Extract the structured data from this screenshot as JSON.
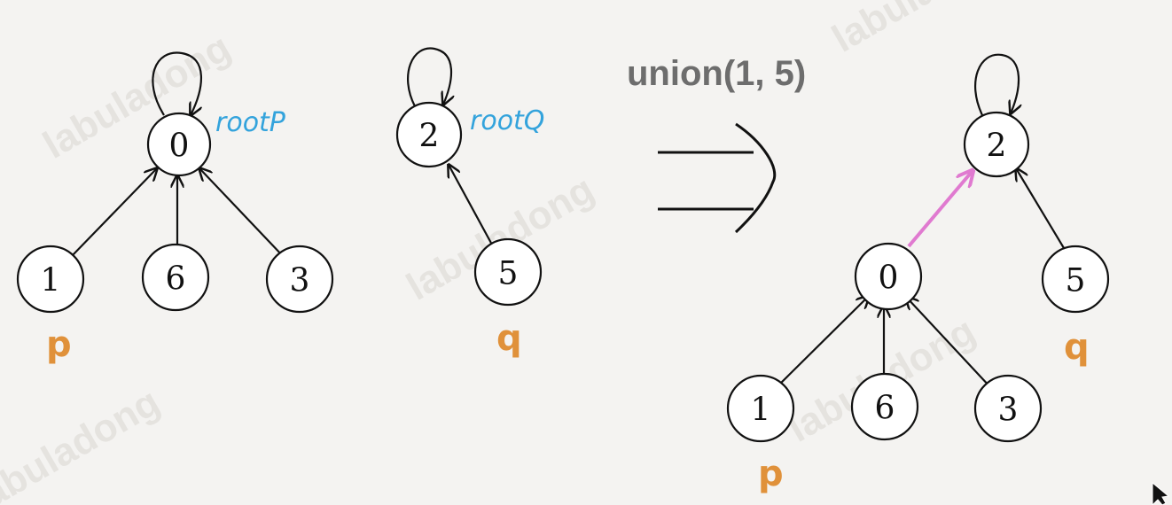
{
  "watermark": "labuladong",
  "operation": "union(1, 5)",
  "before": {
    "tree_p": {
      "root": "0",
      "root_label": "rootP",
      "children": [
        "1",
        "6",
        "3"
      ],
      "marker": "p"
    },
    "tree_q": {
      "root": "2",
      "root_label": "rootQ",
      "children": [
        "5"
      ],
      "marker": "q"
    }
  },
  "after": {
    "root": "2",
    "subtree_root": "0",
    "subtree_children": [
      "1",
      "6",
      "3"
    ],
    "other_child": "5",
    "marker_p": "p",
    "marker_q": "q"
  },
  "colors": {
    "root_label": "#33a3dc",
    "marker": "#e0913a",
    "union_edge": "#e07ad0",
    "operation_text": "#6d6d6d"
  }
}
